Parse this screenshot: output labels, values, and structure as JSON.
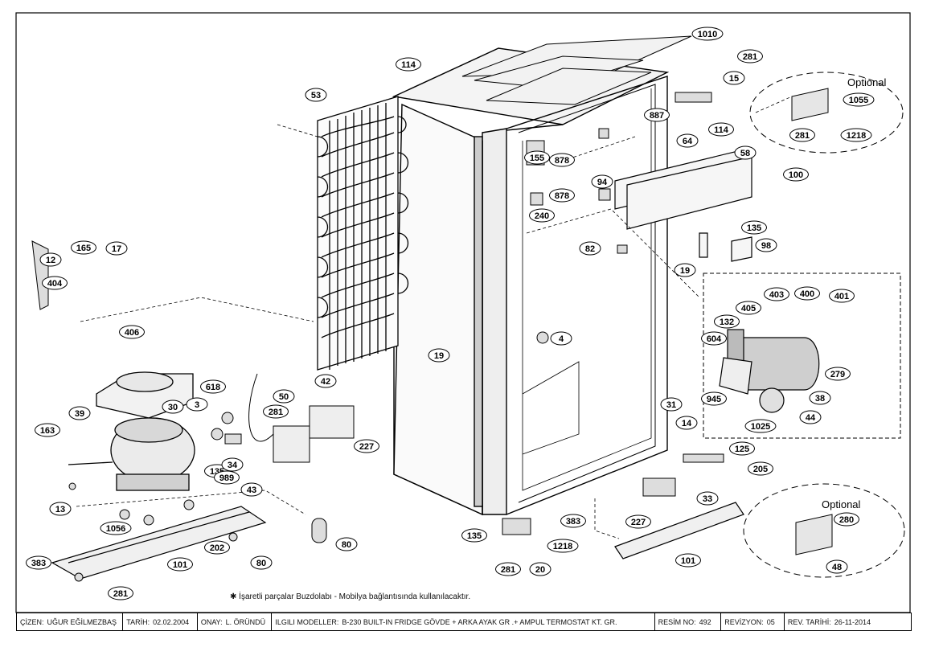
{
  "optional_labels": [
    "Optional",
    "Optional"
  ],
  "callouts": [
    "1010",
    "114",
    "281",
    "53",
    "15",
    "1055",
    "887",
    "114",
    "281",
    "1218",
    "64",
    "58",
    "155",
    "878",
    "94",
    "100",
    "878",
    "240",
    "135",
    "165",
    "17",
    "12",
    "82",
    "98",
    "19",
    "404",
    "403",
    "400",
    "401",
    "405",
    "132",
    "406",
    "604",
    "4",
    "279",
    "19",
    "42",
    "618",
    "945",
    "38",
    "50",
    "3",
    "1025",
    "44",
    "30",
    "39",
    "281",
    "31",
    "227",
    "14",
    "125",
    "163",
    "135",
    "205",
    "989",
    "43",
    "34",
    "13",
    "33",
    "1056",
    "280",
    "135",
    "383",
    "227",
    "1218",
    "48",
    "80",
    "202",
    "101",
    "80",
    "383",
    "281",
    "20",
    "101",
    "281"
  ],
  "footnote": "İşaretli parçalar Buzdolabı - Mobilya bağlantısında kullanılacaktır.",
  "footnote_mark": "✱",
  "titleblock": {
    "cizen_label": "ÇİZEN:",
    "cizen_value": "UĞUR EĞİLMEZBAŞ",
    "tarih_label": "TARİH:",
    "tarih_value": "02.02.2004",
    "onay_label": "ONAY:",
    "onay_value": "L. ÖRÜNDÜ",
    "modeller_label": "ILGILI MODELLER:",
    "modeller_value": "B-230 BUILT-IN FRIDGE GÖVDE + ARKA AYAK GR .+ AMPUL TERMOSTAT KT. GR.",
    "resim_label": "RESİM NO:",
    "resim_value": "492",
    "revizyon_label": "REVİZYON:",
    "revizyon_value": "05",
    "revtarih_label": "REV. TARİHİ:",
    "revtarih_value": "26-11-2014"
  }
}
